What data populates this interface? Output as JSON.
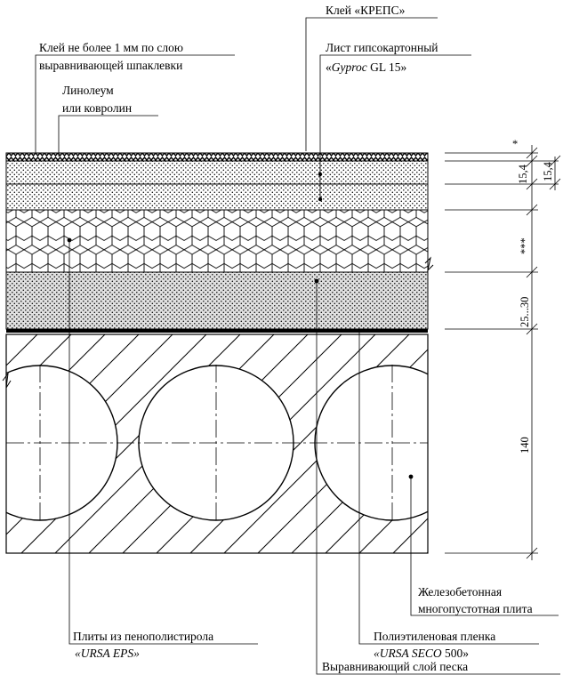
{
  "labels": {
    "krepa": "Клей «КРЕПС»",
    "glue_line1": "Клей  не более 1 мм по слою",
    "glue_line2": "выравнивающей шпаклевки",
    "gypsum_line1": "Лист гипсокартонный",
    "gypsum_line2_prefix": "«",
    "gypsum_line2_brand": "Gyproc",
    "gypsum_line2_suffix": " GL 15»",
    "linoleum_line1": "Линолеум",
    "linoleum_line2": "или ковролин",
    "slab_line1": "Железобетонная",
    "slab_line2": "многопустотная плита",
    "eps_line1": "Плиты из  пенополистирола",
    "eps_line2": "«URSA EPS»",
    "film_line1": "Полиэтиленовая пленка",
    "film_line2_prefix": "«URSA SECO ",
    "film_line2_num": "500»",
    "sand": "Выравнивающий слой песка"
  },
  "dimensions": {
    "star1": "*",
    "d_gkl1": "15,4",
    "d_gkl2": "15,4",
    "star3": "***",
    "d_sand": "25...30",
    "d_slab": "140"
  }
}
